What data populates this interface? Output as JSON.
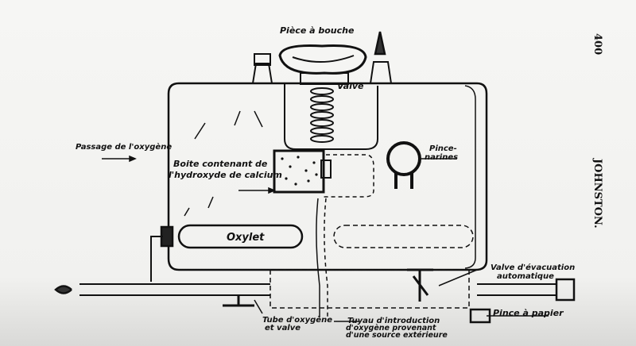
{
  "page_number": "400",
  "running_head": "JOHNSTON.",
  "labels": {
    "mouthpiece": "Pièce à bouche",
    "valve": "Valve",
    "oxygen_passage": "Passage de l'oxygène",
    "box_line1": "Boite contenant de",
    "box_line2": "l'hydroxyde de calcium",
    "nose_clip_line1": "Pince-",
    "nose_clip_line2": "narines",
    "oxylet": "Oxylet",
    "exhaust_line1": "Valve d'évacuation",
    "exhaust_line2": "automatique",
    "tube_line1": "Tube d'oxygène",
    "tube_line2": "et valve",
    "inlet_line1": "Tuyau d'introduction",
    "inlet_line2": "d'oxygène provenant",
    "inlet_line3": "d'une source extérieure",
    "paper_clip": "Pince à papier"
  }
}
